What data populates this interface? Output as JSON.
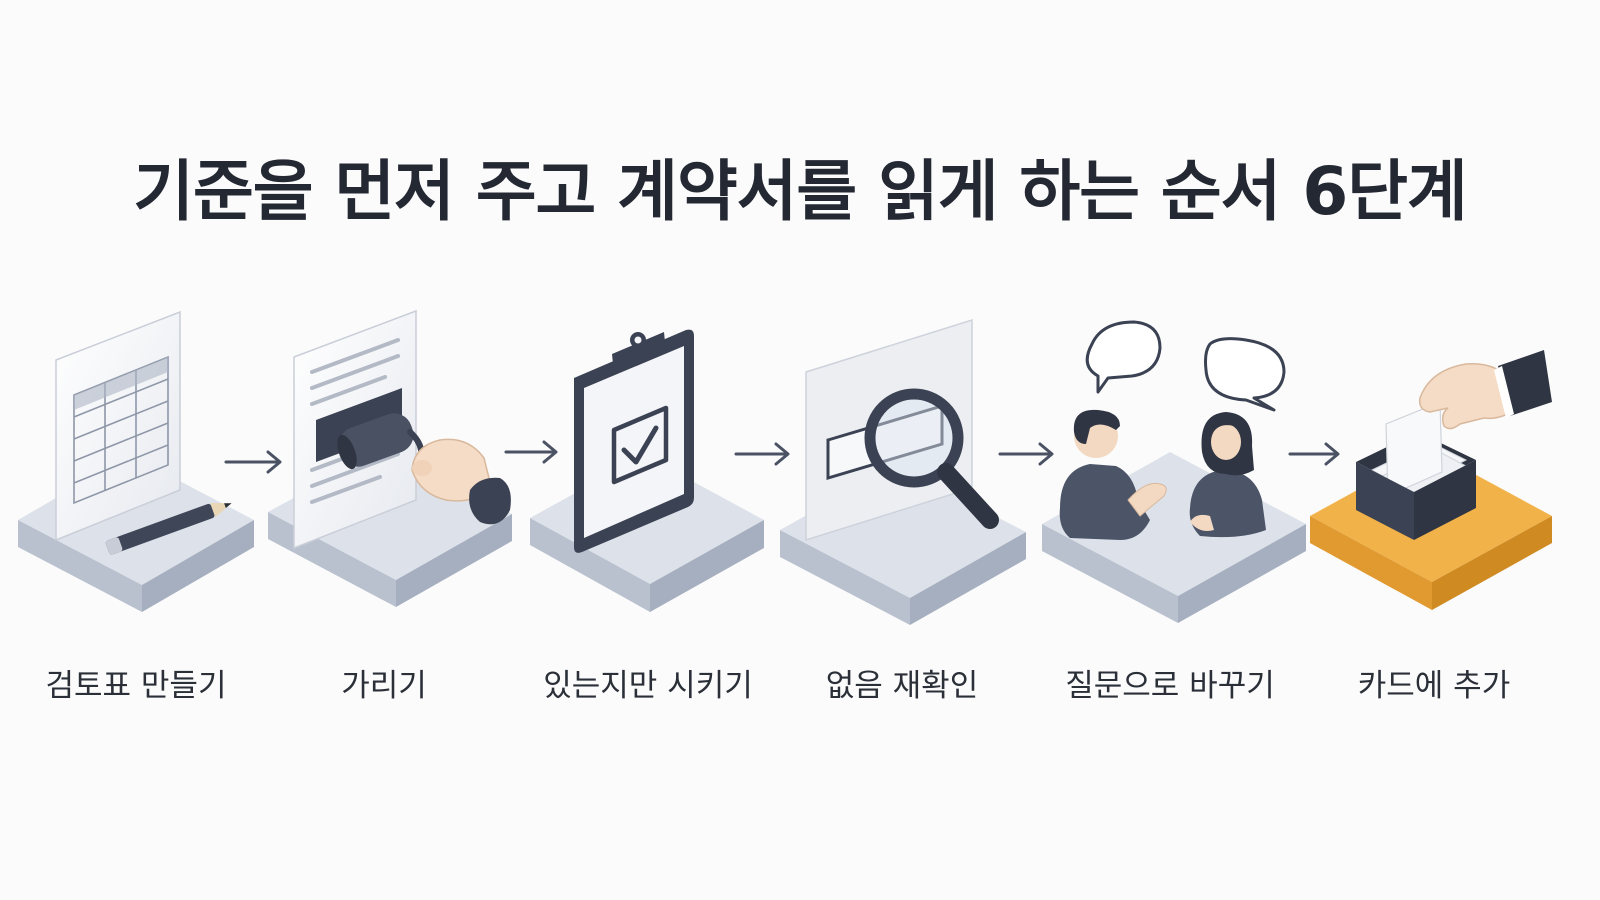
{
  "title": "기준을 먼저 주고 계약서를 읽게 하는 순서 6단계",
  "steps": [
    {
      "label": "검토표 만들기",
      "icon": "table-document-pencil-icon"
    },
    {
      "label": "가리기",
      "icon": "paint-roller-cover-icon"
    },
    {
      "label": "있는지만 시키기",
      "icon": "clipboard-check-icon"
    },
    {
      "label": "없음 재확인",
      "icon": "magnifier-recheck-icon"
    },
    {
      "label": "질문으로 바꾸기",
      "icon": "two-people-speech-icon"
    },
    {
      "label": "카드에 추가",
      "icon": "card-box-hand-icon"
    }
  ],
  "colors": {
    "title": "#232833",
    "platform": "#b7bfce",
    "platform_top": "#d9dee8",
    "accent_platform": "#f0ae45",
    "dark": "#3b4253",
    "arrow": "#4a5263"
  }
}
